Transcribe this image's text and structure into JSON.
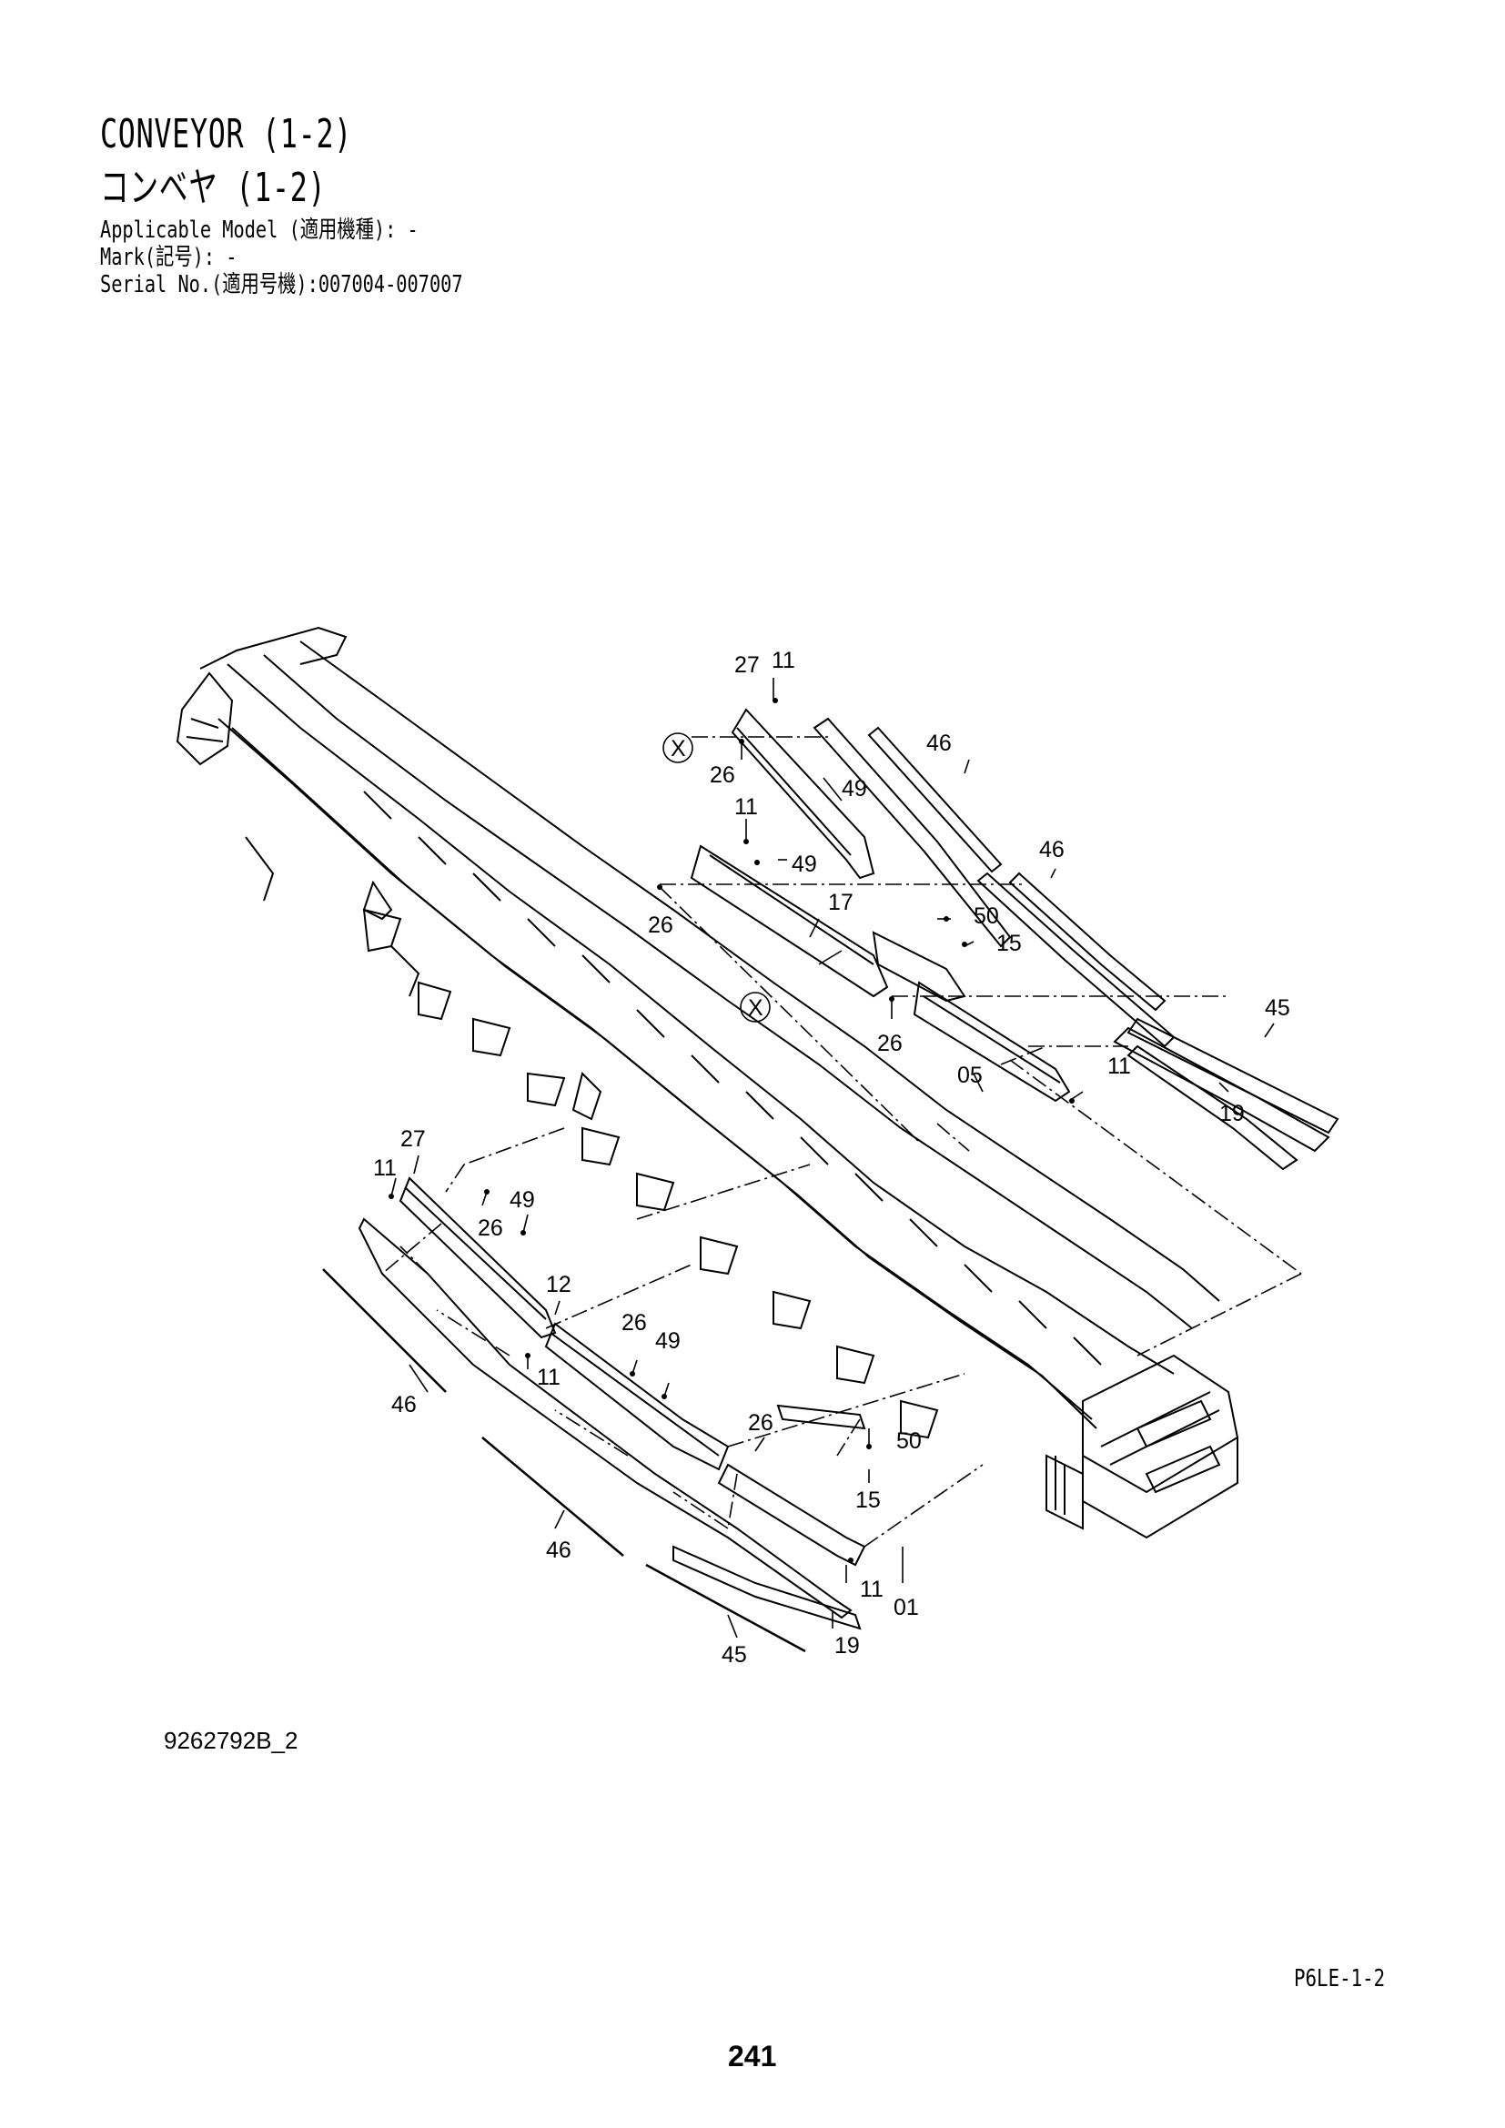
{
  "header": {
    "title_en": "CONVEYOR (1-2)",
    "title_jp": "コンベヤ (1-2)",
    "applicable_model": "Applicable Model (適用機種): -",
    "mark": "Mark(記号): -",
    "serial_no": "Serial No.(適用号機):007004-007007"
  },
  "drawing_id": "9262792B_2",
  "section_code": "P6LE-1-2",
  "page_number": "241",
  "callouts": {
    "u27": "27",
    "u11a": "11",
    "x1": "X",
    "u26a": "26",
    "u49a": "49",
    "u46a": "46",
    "u11b": "11",
    "u49b": "49",
    "u26b": "26",
    "u17": "17",
    "u50": "50",
    "u15": "15",
    "u46b": "46",
    "x2": "X",
    "u26c": "26",
    "u05": "05",
    "u11c": "11",
    "u45": "45",
    "u19": "19",
    "l27": "27",
    "l11a": "11",
    "l26a": "26",
    "l49a": "49",
    "l12": "12",
    "l26b": "26",
    "l49b": "49",
    "l11b": "11",
    "l46a": "46",
    "l26c": "26",
    "l50": "50",
    "l15": "15",
    "l46b": "46",
    "l11c": "11",
    "l01": "01",
    "l45": "45",
    "l19": "19"
  }
}
